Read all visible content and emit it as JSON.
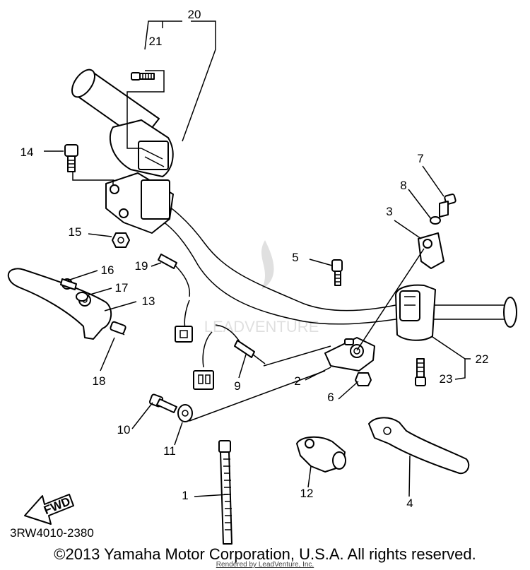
{
  "diagram": {
    "part_numbers": [
      "1",
      "2",
      "3",
      "4",
      "5",
      "6",
      "7",
      "8",
      "9",
      "10",
      "11",
      "12",
      "13",
      "14",
      "15",
      "16",
      "17",
      "18",
      "19",
      "20",
      "21",
      "22",
      "23"
    ],
    "drawing_code": "3RW4010-2380",
    "fwd_label": "FWD",
    "watermark_text": "LEADVENTURE"
  },
  "footer": {
    "copyright": "©2013 Yamaha Motor Corporation, U.S.A. All rights reserved.",
    "rendered_by": "Rendered by LeadVenture, Inc."
  }
}
